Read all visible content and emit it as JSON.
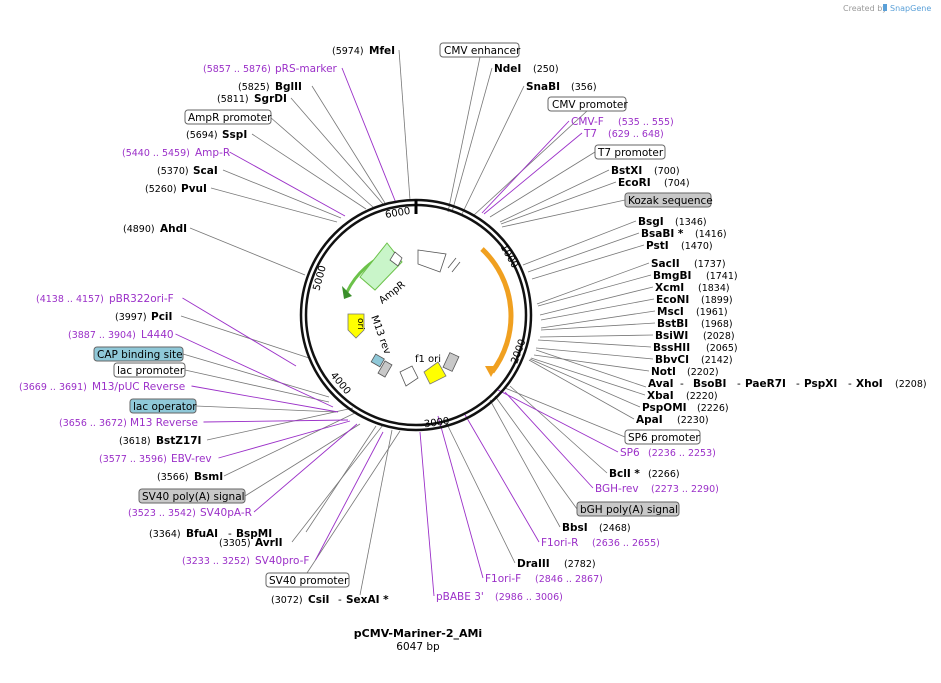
{
  "app": {
    "watermark_created_by": "Created by",
    "watermark_brand": "SnapGene"
  },
  "plasmid": {
    "name": "pCMV-Mariner-2_AMi",
    "length_label": "6047 bp",
    "length": 6047,
    "ruler_ticks": [
      "1000",
      "2000",
      "3000",
      "4000",
      "5000",
      "6000"
    ]
  },
  "features_inside": {
    "ampr_label": "AmpR",
    "ori_label": "ori",
    "m13_label": "M13 rev",
    "f1_label": "f1 ori"
  },
  "sites_right": [
    {
      "name": "NdeI",
      "pos": "(250)"
    },
    {
      "name": "SnaBI",
      "pos": "(356)"
    },
    {
      "name": "BstXI",
      "pos": "(700)"
    },
    {
      "name": "EcoRI",
      "pos": "(704)"
    },
    {
      "name": "BsgI",
      "pos": "(1346)"
    },
    {
      "name": "BsaBI *",
      "pos": "(1416)"
    },
    {
      "name": "PstI",
      "pos": "(1470)"
    },
    {
      "name": "SacII",
      "pos": "(1737)"
    },
    {
      "name": "BmgBI",
      "pos": "(1741)"
    },
    {
      "name": "XcmI",
      "pos": "(1834)"
    },
    {
      "name": "EcoNI",
      "pos": "(1899)"
    },
    {
      "name": "MscI",
      "pos": "(1961)"
    },
    {
      "name": "BstBI",
      "pos": "(1968)"
    },
    {
      "name": "BsiWI",
      "pos": "(2028)"
    },
    {
      "name": "BssHII",
      "pos": "(2065)"
    },
    {
      "name": "BbvCI",
      "pos": "(2142)"
    },
    {
      "name": "NotI",
      "pos": "(2202)"
    },
    {
      "name": "XbaI",
      "pos": "(2220)"
    },
    {
      "name": "PspOMI",
      "pos": "(2226)"
    },
    {
      "name": "ApaI",
      "pos": "(2230)"
    },
    {
      "name": "BclI *",
      "pos": "(2266)"
    },
    {
      "name": "BbsI",
      "pos": "(2468)"
    },
    {
      "name": "DraIII",
      "pos": "(2782)"
    }
  ],
  "multi_site": {
    "a1": "AvaI",
    "a2": "BsoBI",
    "a3": "PaeR7I",
    "a4": "PspXI",
    "a5": "XhoI",
    "pos": "(2208)"
  },
  "sites_left": [
    {
      "name": "MfeI",
      "pos": "(5974)"
    },
    {
      "name": "BglII",
      "pos": "(5825)"
    },
    {
      "name": "SgrDI",
      "pos": "(5811)"
    },
    {
      "name": "SspI",
      "pos": "(5694)"
    },
    {
      "name": "ScaI",
      "pos": "(5370)"
    },
    {
      "name": "PvuI",
      "pos": "(5260)"
    },
    {
      "name": "AhdI",
      "pos": "(4890)"
    },
    {
      "name": "PciI",
      "pos": "(3997)"
    },
    {
      "name": "BstZ17I",
      "pos": "(3618)"
    },
    {
      "name": "BsmI",
      "pos": "(3566)"
    },
    {
      "name": "AvrII",
      "pos": "(3305)"
    }
  ],
  "bfuai": {
    "pos": "(3364)",
    "n1": "BfuAI",
    "n2": "BspMI"
  },
  "csii": {
    "pos": "(3072)",
    "n1": "CsiI",
    "n2": "SexAI *"
  },
  "primers_right": [
    {
      "name": "CMV-F",
      "pos": "(535 .. 555)"
    },
    {
      "name": "T7",
      "pos": "(629 .. 648)"
    },
    {
      "name": "SP6",
      "pos": "(2236 .. 2253)"
    },
    {
      "name": "BGH-rev",
      "pos": "(2273 .. 2290)"
    },
    {
      "name": "F1ori-R",
      "pos": "(2636 .. 2655)"
    },
    {
      "name": "F1ori-F",
      "pos": "(2846 .. 2867)"
    },
    {
      "name": "pBABE 3'",
      "pos": "(2986 .. 3006)"
    }
  ],
  "primers_left": [
    {
      "name": "pRS-marker",
      "pos": "(5857 .. 5876)"
    },
    {
      "name": "Amp-R",
      "pos": "(5440 .. 5459)"
    },
    {
      "name": "pBR322ori-F",
      "pos": "(4138 .. 4157)"
    },
    {
      "name": "L4440",
      "pos": "(3887 .. 3904)"
    },
    {
      "name": "M13/pUC Reverse",
      "pos": "(3669 .. 3691)"
    },
    {
      "name": "M13 Reverse",
      "pos": "(3656 .. 3672)"
    },
    {
      "name": "EBV-rev",
      "pos": "(3577 .. 3596)"
    },
    {
      "name": "SV40pA-R",
      "pos": "(3523 .. 3542)"
    },
    {
      "name": "SV40pro-F",
      "pos": "(3233 .. 3252)"
    }
  ],
  "feature_boxes": {
    "cmv_enhancer": "CMV enhancer",
    "cmv_promoter": "CMV promoter",
    "t7_promoter": "T7 promoter",
    "kozak": "Kozak sequence",
    "sp6_promoter": "SP6 promoter",
    "bgh": "bGH poly(A) signal",
    "ampr_promoter": "AmpR promoter",
    "cap": "CAP binding site",
    "lac_promoter": "lac promoter",
    "lac_operator": "lac operator",
    "sv40_polya": "SV40 poly(A) signal",
    "sv40_promoter": "SV40 promoter"
  },
  "colors": {
    "primer": "#9b30c8",
    "ampr": "#c9f5c9",
    "ori": "#ffff00",
    "orange": "#f0a020",
    "grey_box": "#c8c8c8",
    "blue_box": "#8fc8d8"
  }
}
